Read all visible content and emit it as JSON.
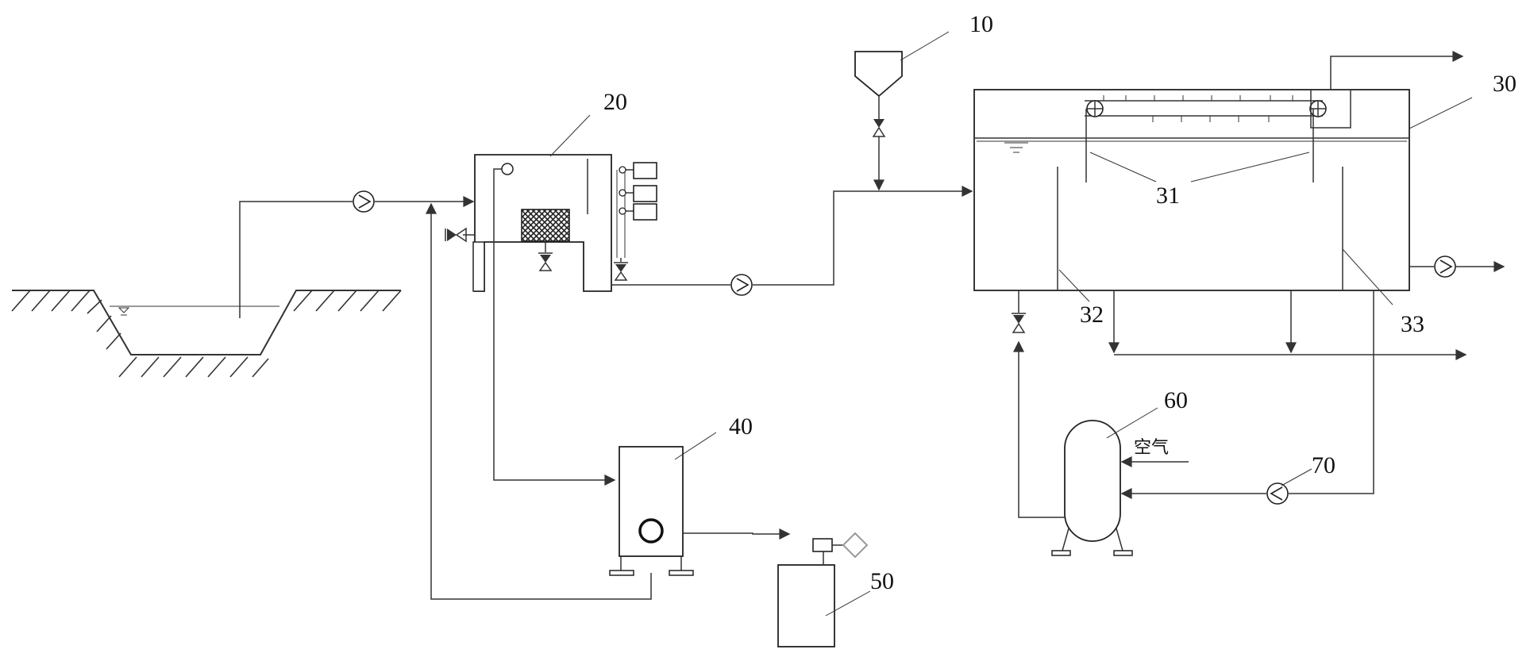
{
  "labels": {
    "n10": "10",
    "n20": "20",
    "n30": "30",
    "n31": "31",
    "n32": "32",
    "n33": "33",
    "n40": "40",
    "n50": "50",
    "n60": "60",
    "n70": "70",
    "air": "空气"
  },
  "colors": {
    "line": "#333333",
    "mesh": "#222222",
    "background": "#ffffff",
    "diamond": "#999999"
  },
  "icons": [
    "pump-icon",
    "valve-icon",
    "arrow-icon",
    "water-level-icon",
    "hopper-icon",
    "mesh-filter-icon",
    "motor-icon"
  ]
}
